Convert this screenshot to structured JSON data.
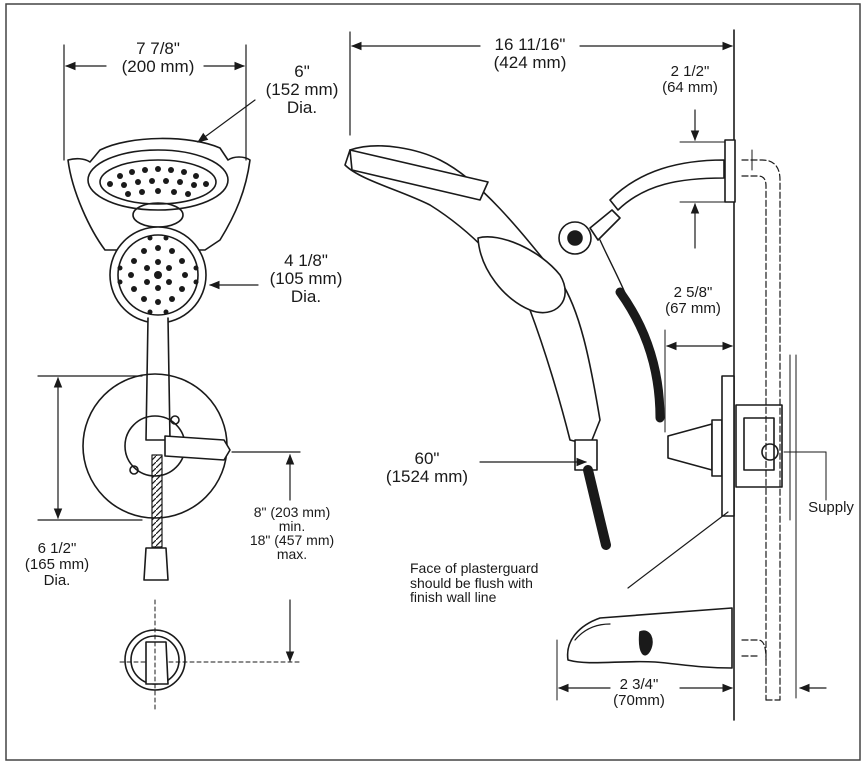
{
  "dims": {
    "handshower_width": {
      "line1": "7 7/8\"",
      "line2": "(200 mm)"
    },
    "showerhead_dia": {
      "line1": "6\"",
      "line2": "(152 mm)",
      "line3": "Dia."
    },
    "handshower_dia": {
      "line1": "4 1/8\"",
      "line2": "(105 mm)",
      "line3": "Dia."
    },
    "escutcheon_dia": {
      "line1": "6 1/2\"",
      "line2": "(165 mm)",
      "line3": "Dia."
    },
    "valve_to_spout": {
      "line1": "8\" (203 mm)",
      "line2": "min.",
      "line3": "18\" (457 mm)",
      "line4": "max."
    },
    "arm_reach": {
      "line1": "16 11/16\"",
      "line2": "(424 mm)"
    },
    "arm_height": {
      "line1": "2 1/2\"",
      "line2": "(64 mm)"
    },
    "cartridge_depth": {
      "line1": "2 5/8\"",
      "line2": "(67 mm)"
    },
    "hose_length": {
      "line1": "60\"",
      "line2": "(1524 mm)"
    },
    "spout_reach": {
      "line1": "2 3/4\"",
      "line2": "(70mm)"
    }
  },
  "notes": {
    "supply": "Supply",
    "plaster": {
      "line1": "Face of plasterguard",
      "line2": "should be flush with",
      "line3": "finish wall line"
    }
  },
  "colors": {
    "line": "#1a1a1a",
    "frame": "#444444"
  }
}
